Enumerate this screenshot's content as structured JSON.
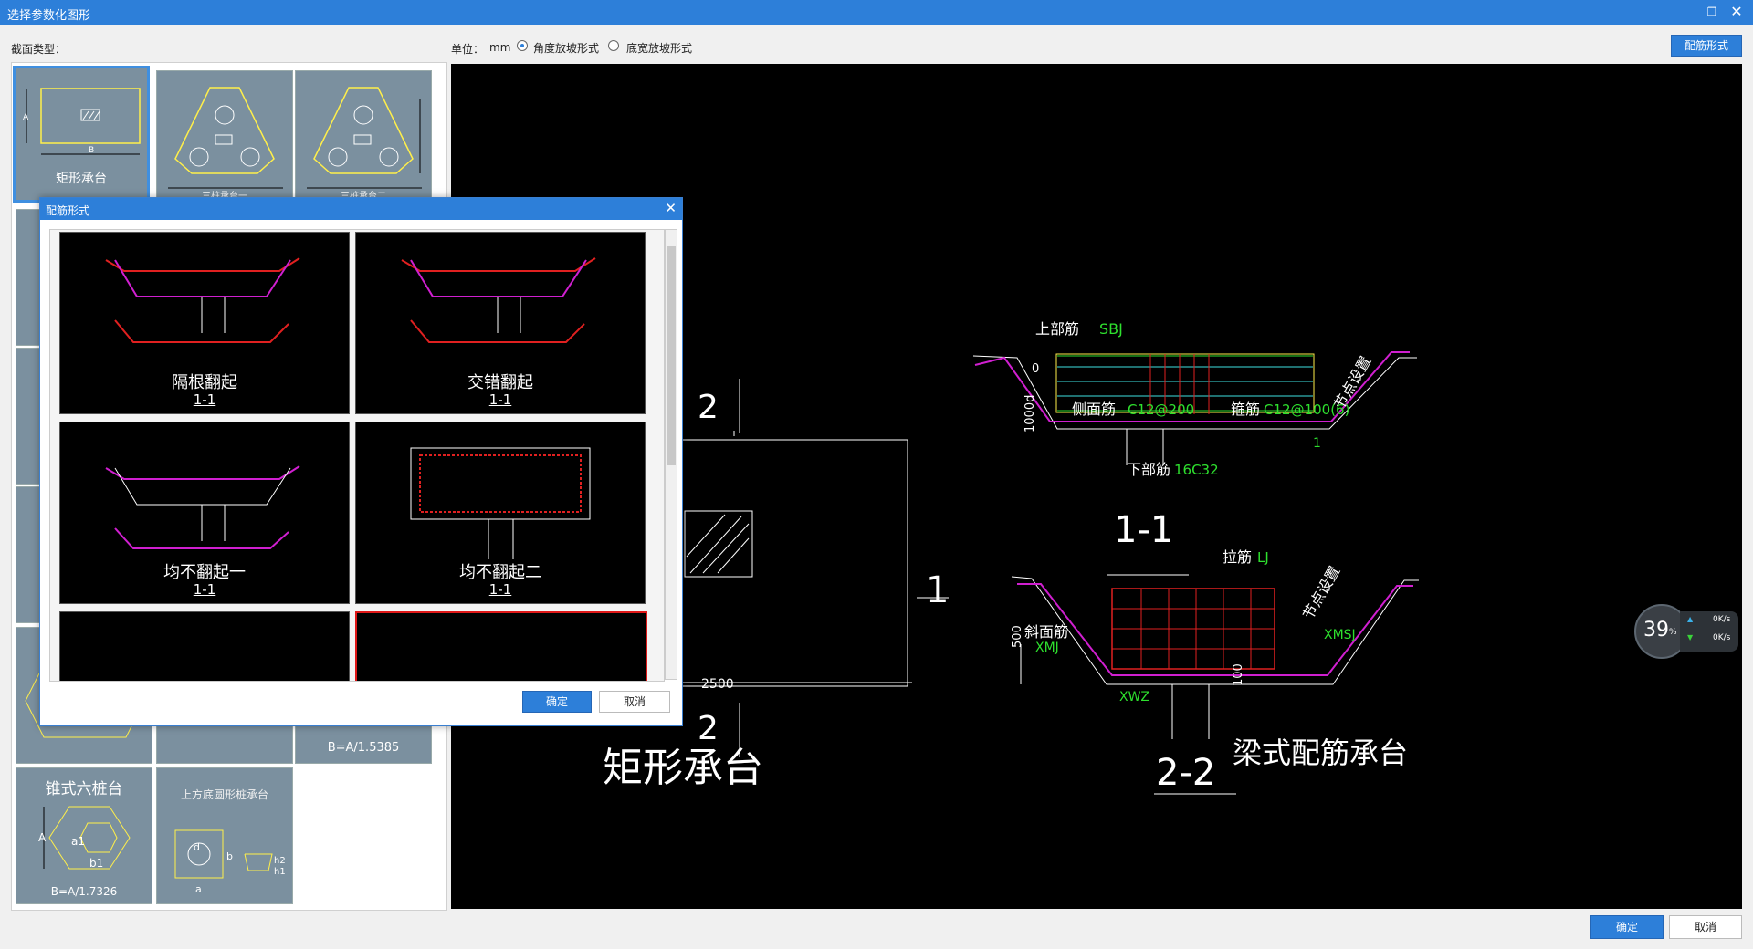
{
  "window": {
    "title": "选择参数化图形"
  },
  "toolbar": {
    "section_label": "截面类型：",
    "unit_label": "单位：",
    "unit_value": "mm",
    "radio_angle": "角度放坡形式",
    "radio_width": "底宽放坡形式",
    "rebar_button": "配筋形式"
  },
  "shapes": [
    {
      "label": "矩形承台"
    },
    {
      "label": "三桩承台一"
    },
    {
      "label": "三桩承台二"
    },
    {
      "label": "B=A/1.5385"
    },
    {
      "label": "锥式六桩台",
      "formula": "B=A/1.7326"
    },
    {
      "label": "上方底圆形桩承台"
    }
  ],
  "rebar_dialog": {
    "title": "配筋形式",
    "cards": [
      {
        "label": "隔根翻起",
        "section": "1-1"
      },
      {
        "label": "交错翻起",
        "section": "1-1"
      },
      {
        "label": "均不翻起一",
        "section": "1-1"
      },
      {
        "label": "均不翻起二",
        "section": "1-1"
      }
    ],
    "ok": "确定",
    "cancel": "取消"
  },
  "preview": {
    "sec2_top": "2",
    "sec2_bottom": "2",
    "sec1": "1",
    "dim_2500": "2500",
    "name": "矩形承台",
    "top_rebar": "上部筋",
    "top_rebar_code": "SBJ",
    "node_setting": "节点设置",
    "side_rebar": "侧面筋",
    "side_rebar_code": "C12@200",
    "stirrup": "箍筋",
    "stirrup_code": "C12@100(6)",
    "bottom_rebar": "下部筋",
    "bottom_rebar_code": "16C32",
    "section_11": "1-1",
    "tie_rebar": "拉筋",
    "tie_rebar_code": "LJ",
    "slope_rebar": "斜面筋",
    "slope_code": "XMJ",
    "xmsj": "XMSJ",
    "xwz": "XWZ",
    "dim_500": "500",
    "dim_100": "100",
    "dim_1": "1",
    "dim_0": "0",
    "dim_1000d": "1000d",
    "section_22": "2-2",
    "beam_title": "梁式配筋承台"
  },
  "network": {
    "percent": "39",
    "unit": "%",
    "up": "0K/s",
    "down": "0K/s"
  },
  "footer": {
    "ok": "确定",
    "cancel": "取消"
  }
}
